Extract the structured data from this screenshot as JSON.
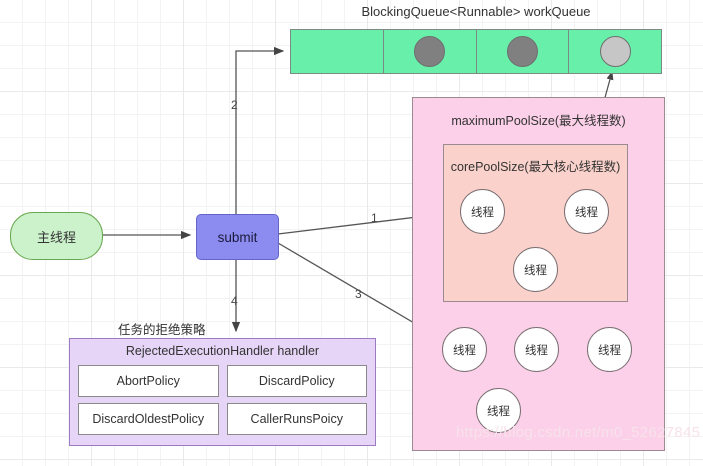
{
  "diagram": {
    "title_text": "BlockingQueue<Runnable> workQueue",
    "watermark": "https://blog.csdn.net/m0_52627845"
  },
  "queue": {
    "label": "BlockingQueue<Runnable> workQueue",
    "cells": [
      {
        "state": "empty"
      },
      {
        "state": "filled-dark"
      },
      {
        "state": "filled-dark"
      },
      {
        "state": "filled-light"
      }
    ]
  },
  "main_thread": {
    "label": "主线程"
  },
  "submit": {
    "label": "submit"
  },
  "pool": {
    "max_label": "maximumPoolSize(最大线程数)",
    "core_label": "corePoolSize(最大核心线程数)",
    "core_threads": [
      {
        "label": "线程"
      },
      {
        "label": "线程"
      },
      {
        "label": "线程"
      }
    ],
    "extra_threads": [
      {
        "label": "线程"
      },
      {
        "label": "线程"
      },
      {
        "label": "线程"
      },
      {
        "label": "线程"
      }
    ]
  },
  "reject": {
    "note": "任务的拒绝策略",
    "title": "RejectedExecutionHandler handler",
    "policies": [
      {
        "label": "AbortPolicy"
      },
      {
        "label": "DiscardPolicy"
      },
      {
        "label": "DiscardOldestPolicy"
      },
      {
        "label": "CallerRunsPoicy"
      }
    ]
  },
  "edges": {
    "labels": [
      {
        "id": "1",
        "text": "1"
      },
      {
        "id": "2",
        "text": "2"
      },
      {
        "id": "3",
        "text": "3"
      },
      {
        "id": "4",
        "text": "4"
      }
    ]
  },
  "colors": {
    "queue_fill": "#68efa9",
    "max_pool_fill": "#fbd0e8",
    "core_pool_fill": "#fad2cb",
    "submit_fill": "#8c8cf0",
    "main_thread_fill": "#ccf2cc",
    "reject_fill": "#e6d5f7",
    "edge_stroke": "#555555"
  }
}
